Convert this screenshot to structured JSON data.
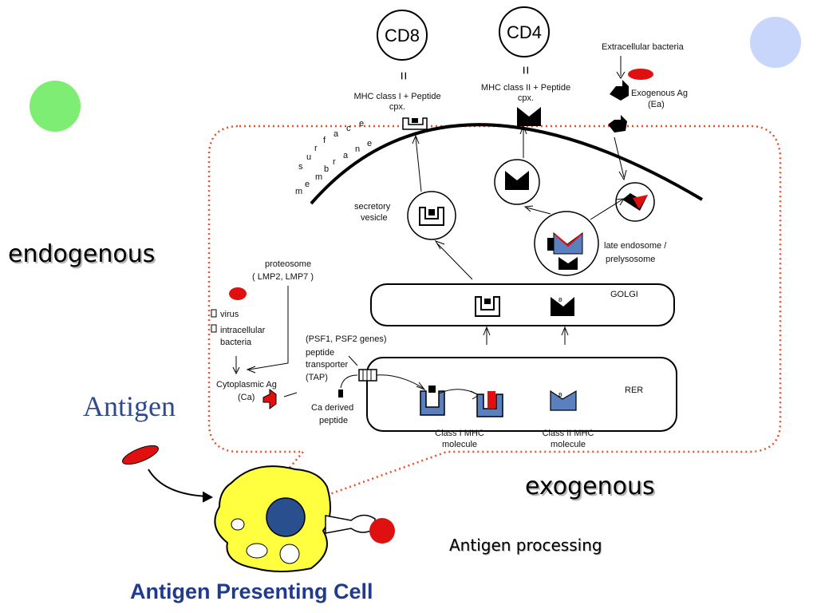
{
  "colors": {
    "red": "#e01010",
    "blue": "#5a80bf",
    "yellow": "#ffff40",
    "nucleus": "#2a4f8f",
    "green": "#7ded73",
    "lightblue": "#c9d6fb",
    "dots": "#e5502a"
  },
  "receptors": {
    "cd8": "CD8",
    "cd4": "CD4",
    "eq1": "=",
    "eq2": "="
  },
  "mhc1_cpx": [
    "MHC class I + Peptide",
    "cpx."
  ],
  "mhc2_cpx": [
    "MHC class II + Peptide",
    "cpx."
  ],
  "extracellular": "Extracellular bacteria",
  "exogenous_ag": [
    "Exogenous Ag",
    "(Ea)"
  ],
  "surface_membrane": [
    "s",
    "u",
    "r",
    "f",
    "a",
    "c",
    "e",
    "m",
    "e",
    "m",
    "b",
    "r",
    "a",
    "n",
    "e"
  ],
  "secretory_vesicle": [
    "secretory",
    "vesicle"
  ],
  "late_endosome": [
    "late endosome /",
    "prelysosome"
  ],
  "golgi": "GOLGI",
  "rer": "RER",
  "proteosome": [
    "proteosome",
    "( LMP2, LMP7 )"
  ],
  "virus": "virus",
  "intracellular": [
    "intracellular",
    "bacteria"
  ],
  "cytoplasmic": [
    "Cytoplasmic Ag",
    "(Ca)"
  ],
  "tap": [
    "(PSF1, PSF2 genes)",
    "peptide",
    "transporter",
    "(TAP)"
  ],
  "ca_peptide": [
    "Ca derived",
    "peptide"
  ],
  "class1": [
    "Class I MHC",
    "molecule"
  ],
  "class2": [
    "Class II MHC",
    "molecule"
  ],
  "titles": {
    "endogenous": "endogenous",
    "exogenous": "exogenous",
    "antigen": "Antigen",
    "processing": "Antigen processing",
    "apc": "Antigen Presenting Cell"
  }
}
